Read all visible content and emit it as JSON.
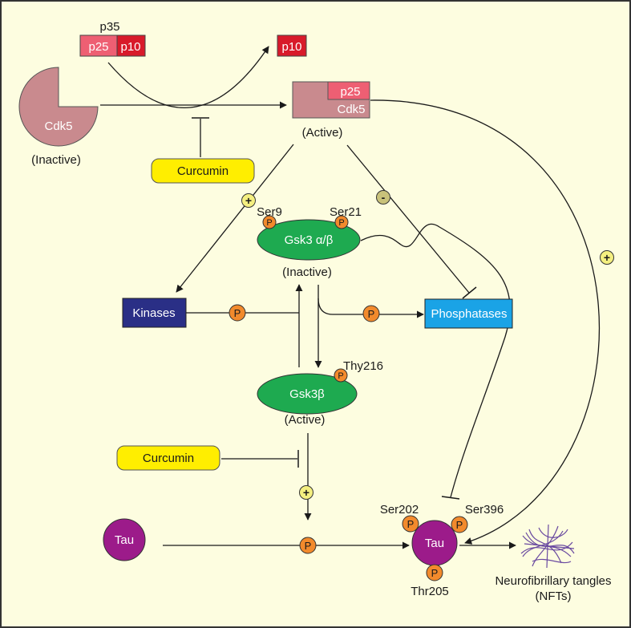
{
  "colors": {
    "background": "#fdfde0",
    "cdk5": "#c98a8e",
    "p25": "#ee5f73",
    "p10": "#d81a2a",
    "curcumin": "#ffee00",
    "gsk3": "#1eaa50",
    "kinases": "#2a2f86",
    "phosphatases": "#1aa3e6",
    "tau": "#9c1b8a",
    "phospho": "#f28a2c",
    "plus_marker": "#f4ef80",
    "minus_marker": "#c9c27a",
    "nft": "#6a4aa0"
  },
  "labels": {
    "p35": "p35",
    "p25_left": "p25",
    "p10_left": "p10",
    "p10_right": "p10",
    "cdk5_inactive_name": "Cdk5",
    "cdk5_inactive_state": "(Inactive)",
    "p25_complex": "p25",
    "cdk5_active_name": "Cdk5",
    "cdk5_active_state": "(Active)",
    "curcumin_top": "Curcumin",
    "curcumin_bottom": "Curcumin",
    "plus": "+",
    "minus": "-",
    "ser9": "Ser9",
    "ser21": "Ser21",
    "gsk3_inactive_name": "Gsk3 α/β",
    "gsk3_inactive_state": "(Inactive)",
    "kinases": "Kinases",
    "phosphatases": "Phosphatases",
    "phospho": "P",
    "thy216": "Thy216",
    "gsk3_active_name": "Gsk3β",
    "gsk3_active_state": "(Active)",
    "tau_left": "Tau",
    "tau_right": "Tau",
    "ser202": "Ser202",
    "ser396": "Ser396",
    "thr205": "Thr205",
    "nft_line1": "Neurofibrillary tangles",
    "nft_line2": "(NFTs)"
  }
}
